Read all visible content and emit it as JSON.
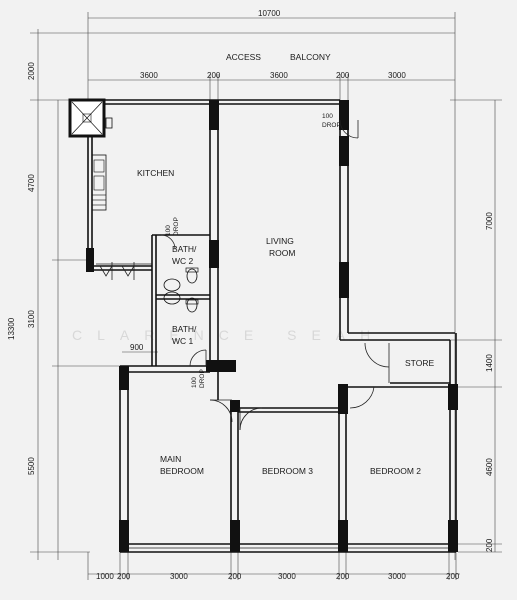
{
  "dimensions": {
    "top_total": "10700",
    "top_segments": [
      "3600",
      "200",
      "3600",
      "200",
      "3000"
    ],
    "bottom_segments": [
      "1000",
      "200",
      "3000",
      "200",
      "3000",
      "200",
      "3000",
      "200"
    ],
    "left_total": "13300",
    "left_segments": [
      "2000",
      "4700",
      "3100",
      "5500"
    ],
    "right_segments": [
      "7000",
      "1400",
      "4600",
      "200"
    ],
    "wc1_width": "900"
  },
  "labels": {
    "access_balcony_1": "ACCESS",
    "access_balcony_2": "BALCONY",
    "kitchen": "KITCHEN",
    "living_1": "LIVING",
    "living_2": "ROOM",
    "store": "STORE",
    "bath2_1": "BATH/",
    "bath2_2": "WC 2",
    "bath1_1": "BATH/",
    "bath1_2": "WC 1",
    "main_bed_1": "MAIN",
    "main_bed_2": "BEDROOM",
    "bed3": "BEDROOM 3",
    "bed2": "BEDROOM 2",
    "drop_value": "100",
    "drop_word": "DROP"
  },
  "watermark": "CLARENCE SEAH"
}
